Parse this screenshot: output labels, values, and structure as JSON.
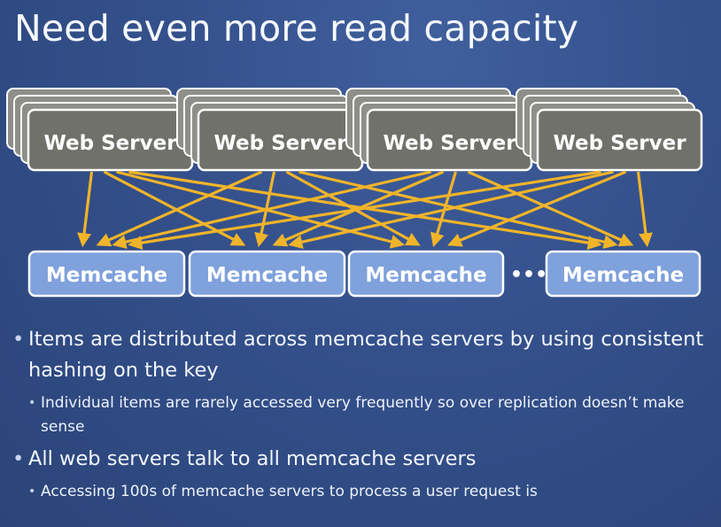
{
  "title": "Need even more read capacity",
  "web_servers": [
    {
      "label": "Web Server"
    },
    {
      "label": "Web Server"
    },
    {
      "label": "Web Server"
    },
    {
      "label": "Web Server"
    }
  ],
  "memcache_servers": [
    {
      "label": "Memcache"
    },
    {
      "label": "Memcache"
    },
    {
      "label": "Memcache"
    },
    {
      "label": "Memcache"
    }
  ],
  "ellipsis": "•••",
  "colors": {
    "background": "#34508b",
    "web_server_fill": "#70716a",
    "memcache_fill": "#7fa1dc",
    "arrow": "#f0b42a"
  },
  "bullets": [
    {
      "text": "Items are distributed across memcache servers by using consistent hashing on the key",
      "sub": [
        {
          "text": "Individual items are rarely accessed very frequently so over replication doesn’t make sense"
        }
      ]
    },
    {
      "text": "All web servers talk to all memcache servers",
      "sub": [
        {
          "text": "Accessing 100s of memcache servers to process a user request is"
        }
      ]
    }
  ]
}
